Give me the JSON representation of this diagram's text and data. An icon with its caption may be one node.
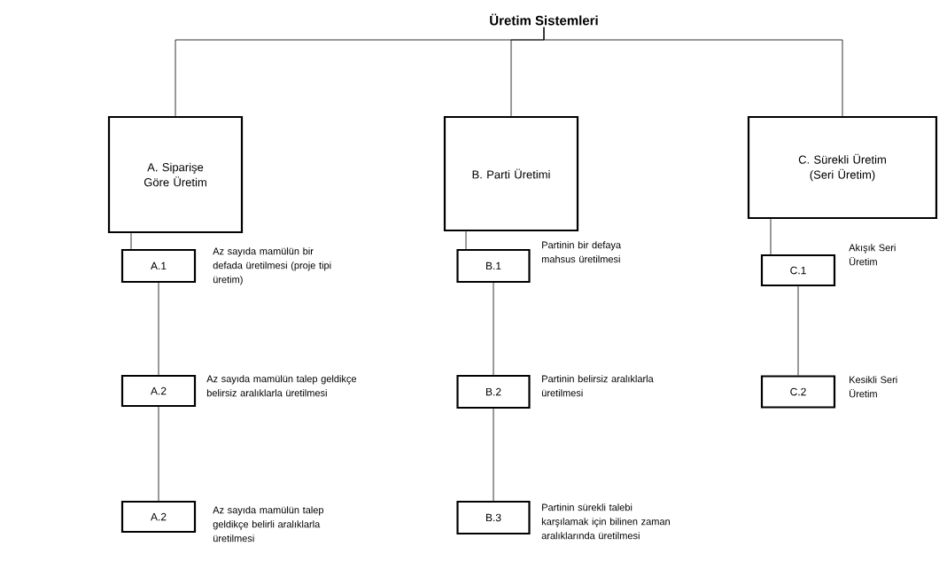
{
  "diagram": {
    "nodes": [
      {
        "text": [
          "Üretim Sistemleri"
        ]
      },
      {
        "text": [
          "A. Siparişe Göre Üretim"
        ]
      },
      {
        "text": [
          "A.1"
        ],
        "beside": [
          "Az sayıda mamülün bir defada üretilmesi (proje tipi  üretim)"
        ]
      },
      {
        "text": [
          "A.2"
        ],
        "beside": [
          "Az sayıda mamülün talep geldikçe belirsiz aralıklarla üretilmesi"
        ]
      },
      {
        "text": [
          "A.2"
        ],
        "beside": [
          "Az sayıda mamülün talep geldikçe belirli aralıklarla üretilmesi"
        ]
      },
      {
        "text": [
          "B. Parti Üretimi"
        ]
      },
      {
        "text": [
          "B.1"
        ],
        "beside": [
          "Partinin bir defaya mahsus üretilmesi"
        ]
      },
      {
        "text": [
          "B.2"
        ],
        "beside": [
          "Partinin belirsiz aralıklarla üretilmesi"
        ]
      },
      {
        "text": [
          "B.3"
        ],
        "beside": [
          "Partinin sürekli talebi karşılamak için bilinen zaman aralıklarında üretilmesi"
        ]
      },
      {
        "text": [
          "C. Sürekli Üretim (Seri Üretim)"
        ]
      },
      {
        "text": [
          "C.1"
        ],
        "beside": [
          "Akışık Seri Üretim"
        ]
      },
      {
        "text": [
          "C.2"
        ],
        "beside": [
          "Kesikli Seri Üretim"
        ]
      }
    ],
    "edges": [
      {
        "from": 0,
        "to": 1,
        "arrow": "none"
      },
      {
        "from": 0,
        "to": 5,
        "arrow": "none"
      },
      {
        "from": 0,
        "to": 9,
        "arrow": "none"
      },
      {
        "from": 1,
        "to": 2,
        "arrow": "none"
      },
      {
        "from": 2,
        "to": 3,
        "arrow": "none"
      },
      {
        "from": 3,
        "to": 4,
        "arrow": "none"
      },
      {
        "from": 5,
        "to": 6,
        "arrow": "none"
      },
      {
        "from": 6,
        "to": 7,
        "arrow": "none"
      },
      {
        "from": 7,
        "to": 8,
        "arrow": "none"
      },
      {
        "from": 9,
        "to": 10,
        "arrow": "none"
      },
      {
        "from": 10,
        "to": 11,
        "arrow": "none"
      }
    ]
  }
}
